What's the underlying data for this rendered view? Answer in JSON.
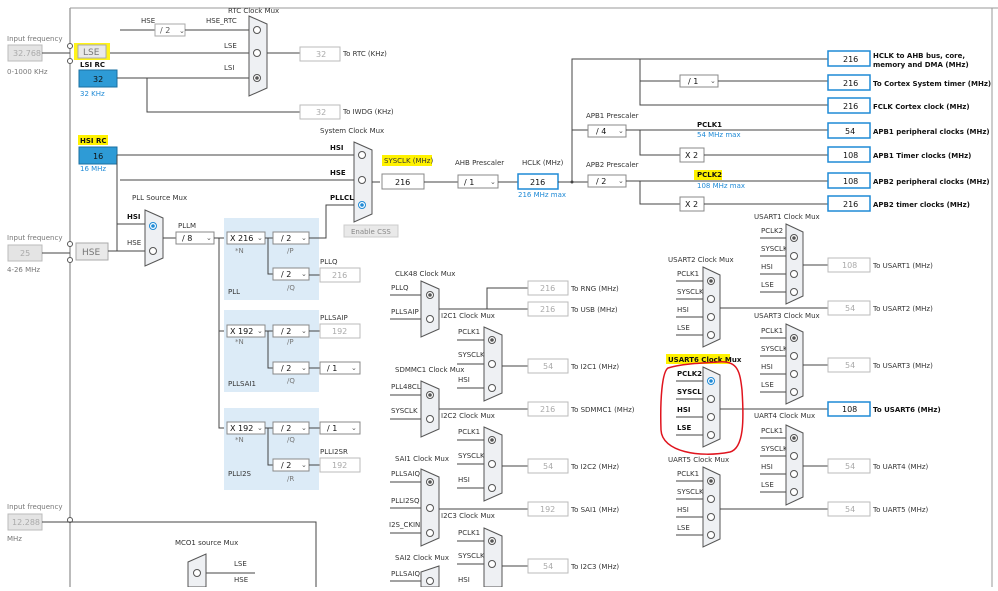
{
  "colors": {
    "accent": "#1f8ad6",
    "highlight": "#fff200",
    "blue_fill": "#2e9bd6",
    "panel": "#dcebf7",
    "red_circle": "#e0141e"
  },
  "input_panel": {
    "lse_input": {
      "label": "Input frequency",
      "value": "32.768",
      "range": "0-1000 KHz"
    },
    "hse_input": {
      "label": "Input frequency",
      "value": "25",
      "range": "4-26 MHz"
    },
    "i2s_input": {
      "label": "Input frequency",
      "value": "12.288",
      "range": "MHz"
    }
  },
  "sources": {
    "lse": "LSE",
    "lsi_rc": {
      "title": "LSI RC",
      "value": "32",
      "sub": "32 KHz"
    },
    "hsi_rc": {
      "title": "HSI RC",
      "value": "16",
      "sub": "16 MHz"
    },
    "hse": "HSE"
  },
  "rtc": {
    "title": "RTC Clock Mux",
    "hse": "HSE",
    "div": "/ 2",
    "hse_rtc": "HSE_RTC",
    "lse": "LSE",
    "lsi": "LSI",
    "value": "32",
    "to": "To RTC (KHz)"
  },
  "iwdg": {
    "value": "32",
    "to": "To IWDG (KHz)"
  },
  "sysmux": {
    "title": "System Clock Mux",
    "hsi": "HSI",
    "hse": "HSE",
    "pllclk": "PLLCLK",
    "css": "Enable CSS"
  },
  "sysclk": {
    "label": "SYSCLK (MHz)",
    "value": "216"
  },
  "ahb": {
    "label": "AHB Prescaler",
    "value": "/ 1"
  },
  "hclk": {
    "label": "HCLK (MHz)",
    "value": "216",
    "sub": "216 MHz max"
  },
  "apb1": {
    "label": "APB1 Prescaler",
    "value": "/ 4",
    "pclk": "PCLK1",
    "pclk_sub": "54 MHz max",
    "x": "X 2"
  },
  "apb2": {
    "label": "APB2 Prescaler",
    "value": "/ 2",
    "pclk": "PCLK2",
    "pclk_sub": "108 MHz max",
    "x": "X 2"
  },
  "outputs": [
    {
      "value": "216",
      "label": "HCLK to AHB bus, core,",
      "label2": "memory and DMA (MHz)"
    },
    {
      "value": "216",
      "label": "To Cortex System timer (MHz)",
      "div": "/ 1"
    },
    {
      "value": "216",
      "label": "FCLK Cortex clock (MHz)"
    },
    {
      "value": "54",
      "label": "APB1 peripheral clocks (MHz)"
    },
    {
      "value": "108",
      "label": "APB1 Timer clocks (MHz)"
    },
    {
      "value": "108",
      "label": "APB2 peripheral clocks (MHz)"
    },
    {
      "value": "216",
      "label": "APB2 timer clocks (MHz)"
    }
  ],
  "pll": {
    "src_title": "PLL Source Mux",
    "hsi": "HSI",
    "hse": "HSE",
    "pllm_label": "PLLM",
    "pllm": "/ 8",
    "n": "X 216",
    "n_sub": "*N",
    "p": "/ 2",
    "p_sub": "/P",
    "q": "/ 2",
    "q_sub": "/Q",
    "pllq": "PLLQ",
    "pllq_value": "216",
    "name": "PLL"
  },
  "pllsai": {
    "n": "X 192",
    "n_sub": "*N",
    "p": "/ 2",
    "p_sub": "/P",
    "q": "/ 2",
    "q_sub": "/Q",
    "div": "/ 1",
    "out_label": "PLLSAIP",
    "out_value": "192",
    "name": "PLLSAI1"
  },
  "plli2s": {
    "n": "X 192",
    "n_sub": "*N",
    "q": "/ 2",
    "q_sub": "/Q",
    "r": "/ 2",
    "r_sub": "/R",
    "div": "/ 1",
    "out_label": "PLLI2SR",
    "out_value": "192",
    "name": "PLLI2S"
  },
  "clk48": {
    "title": "CLK48 Clock Mux",
    "in1": "PLLQ",
    "in2": "PLLSAIP",
    "rng_value": "216",
    "rng": "To RNG (MHz)",
    "usb_value": "216",
    "usb": "To USB (MHz)"
  },
  "i2c1": {
    "title": "I2C1 Clock Mux",
    "in": [
      "PCLK1",
      "SYSCLK",
      "HSI"
    ],
    "value": "54",
    "to": "To I2C1 (MHz)"
  },
  "sdmmc1": {
    "title": "SDMMC1 Clock Mux",
    "in": [
      "PLL48CLK",
      "SYSCLK"
    ],
    "value": "216",
    "to": "To SDMMC1 (MHz)"
  },
  "i2c2": {
    "title": "I2C2 Clock Mux",
    "in": [
      "PCLK1",
      "SYSCLK",
      "HSI"
    ],
    "value": "54",
    "to": "To I2C2 (MHz)"
  },
  "sai1": {
    "title": "SAI1 Clock Mux",
    "in": [
      "PLLSAIQ",
      "PLLI2SQ",
      "I2S_CKIN"
    ],
    "value": "192",
    "to": "To SAI1 (MHz)"
  },
  "i2c3": {
    "title": "I2C3 Clock Mux",
    "in": [
      "PCLK1",
      "SYSCLK",
      "HSI"
    ],
    "value": "54",
    "to": "To I2C3 (MHz)"
  },
  "sai2": {
    "title": "SAI2 Clock Mux",
    "in": [
      "PLLSAIQ"
    ]
  },
  "mco1": {
    "title": "MCO1 source Mux",
    "in": [
      "LSE",
      "HSE"
    ]
  },
  "usart1": {
    "title": "USART1 Clock Mux",
    "in": [
      "PCLK2",
      "SYSCLK",
      "HSI",
      "LSE"
    ],
    "value": "108",
    "to": "To USART1 (MHz)"
  },
  "usart2": {
    "title": "USART2 Clock Mux",
    "in": [
      "PCLK1",
      "SYSCLK",
      "HSI",
      "LSE"
    ],
    "value": "54",
    "to": "To USART2 (MHz)"
  },
  "usart3": {
    "title": "USART3 Clock Mux",
    "in": [
      "PCLK1",
      "SYSCLK",
      "HSI",
      "LSE"
    ],
    "value": "54",
    "to": "To USART3 (MHz)"
  },
  "usart6": {
    "title": "USART6 Clock Mux",
    "in": [
      "PCLK2",
      "SYSCLK",
      "HSI",
      "LSE"
    ],
    "value": "108",
    "to": "To USART6 (MHz)"
  },
  "uart4": {
    "title": "UART4 Clock Mux",
    "in": [
      "PCLK1",
      "SYSCLK",
      "HSI",
      "LSE"
    ],
    "value": "54",
    "to": "To UART4 (MHz)"
  },
  "uart5": {
    "title": "UART5 Clock Mux",
    "in": [
      "PCLK1",
      "SYSCLK",
      "HSI",
      "LSE"
    ],
    "value": "54",
    "to": "To UART5 (MHz)"
  }
}
